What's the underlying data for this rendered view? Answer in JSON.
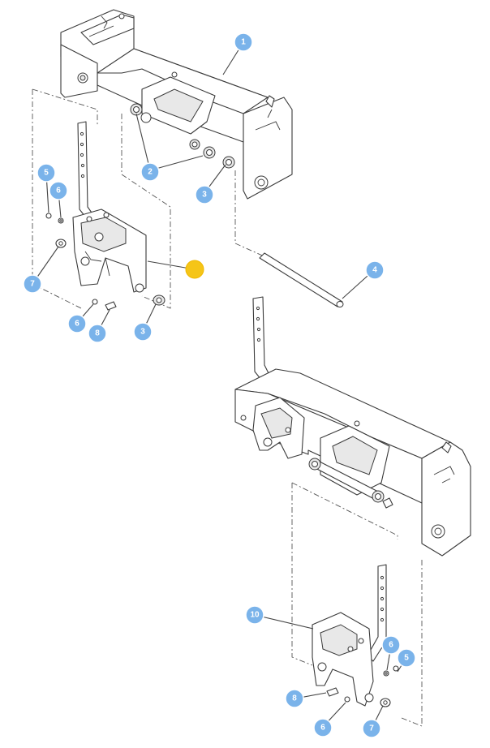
{
  "callouts": [
    {
      "label": "1"
    },
    {
      "label": "2"
    },
    {
      "label": "3"
    },
    {
      "label": "4"
    },
    {
      "label": "5"
    },
    {
      "label": "6"
    },
    {
      "label": "7"
    },
    {
      "label": "6"
    },
    {
      "label": "8"
    },
    {
      "label": "3"
    },
    {
      "label": "5"
    },
    {
      "label": "6"
    },
    {
      "label": "7"
    },
    {
      "label": "6"
    },
    {
      "label": "8"
    },
    {
      "label": "10"
    }
  ],
  "colors": {
    "callout_fill": "#7ab3ea",
    "hotspot_fill": "#f5c518",
    "line": "#3a3a3a"
  }
}
